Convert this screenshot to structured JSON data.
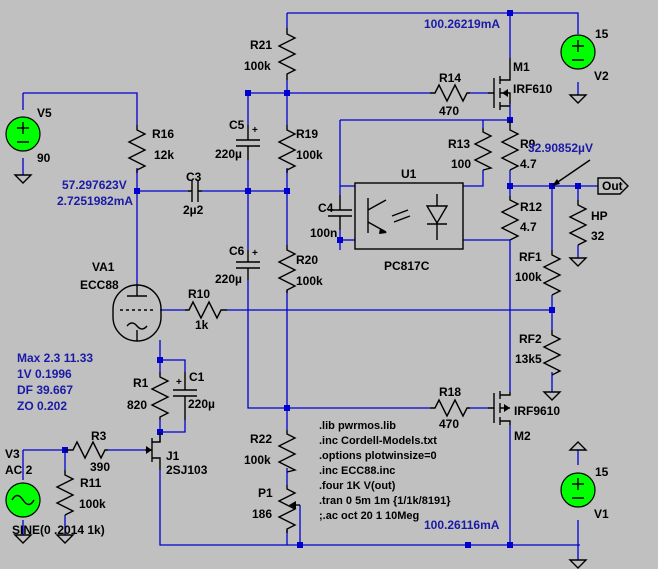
{
  "components": {
    "V5": {
      "ref": "V5",
      "value": "90"
    },
    "V2": {
      "ref": "V2",
      "value": "15"
    },
    "V1": {
      "ref": "V1",
      "value": "15"
    },
    "V3": {
      "ref": "V3",
      "value": "AC 2",
      "extra": "SINE(0 .2014 1k)"
    },
    "R21": {
      "ref": "R21",
      "value": "100k"
    },
    "R16": {
      "ref": "R16",
      "value": "12k"
    },
    "R19": {
      "ref": "R19",
      "value": "100k"
    },
    "R20": {
      "ref": "R20",
      "value": "100k"
    },
    "R14": {
      "ref": "R14",
      "value": "470"
    },
    "R13": {
      "ref": "R13",
      "value": "100"
    },
    "R9": {
      "ref": "R9",
      "value": "4.7"
    },
    "R12": {
      "ref": "R12",
      "value": "4.7"
    },
    "R10": {
      "ref": "R10",
      "value": "1k"
    },
    "R1": {
      "ref": "R1",
      "value": "820"
    },
    "R3": {
      "ref": "R3",
      "value": "390"
    },
    "R11": {
      "ref": "R11",
      "value": "100k"
    },
    "R22": {
      "ref": "R22",
      "value": "100k"
    },
    "R18": {
      "ref": "R18",
      "value": "470"
    },
    "RF1": {
      "ref": "RF1",
      "value": "100k"
    },
    "RF2": {
      "ref": "RF2",
      "value": "13k5"
    },
    "HP": {
      "ref": "HP",
      "value": "32"
    },
    "P1": {
      "ref": "P1",
      "value": "186"
    },
    "C5": {
      "ref": "C5",
      "value": "220µ"
    },
    "C3": {
      "ref": "C3",
      "value": "2µ2"
    },
    "C4": {
      "ref": "C4",
      "value": "100n"
    },
    "C6": {
      "ref": "C6",
      "value": "220µ"
    },
    "C1": {
      "ref": "C1",
      "value": "220µ"
    },
    "U1": {
      "ref": "U1",
      "value": "PC817C"
    },
    "VA1": {
      "ref": "VA1",
      "value": "ECC88"
    },
    "J1": {
      "ref": "J1",
      "value": "2SJ103"
    },
    "M1": {
      "ref": "M1",
      "value": "IRF610"
    },
    "M2": {
      "ref": "M2",
      "value": "IRF9610"
    }
  },
  "annotations": {
    "i_top": "100.26219mA",
    "i_bottom": "100.26116mA",
    "v_out": "32.90852µV",
    "v_node": "57.297623V",
    "i_node": "2.7251982mA"
  },
  "out_label": "Out",
  "measurements": [
    "Max 2.3 11.33",
    "1V 0.1996",
    "DF  39.667",
    "ZO  0.202"
  ],
  "directives": [
    ".lib pwrmos.lib",
    ".inc Cordell-Models.txt",
    ".options plotwinsize=0",
    ".inc ECC88.inc",
    ".four 1K V(out)",
    ".tran 0 5m 1m {1/1k/8191}",
    ";.ac oct 20 1 10Meg"
  ],
  "colors": {
    "background": "#c0c0c0",
    "wire": "#0000d0",
    "annotation": "#1a1aa6",
    "source_fill": "#00ff00",
    "component": "#000000"
  }
}
